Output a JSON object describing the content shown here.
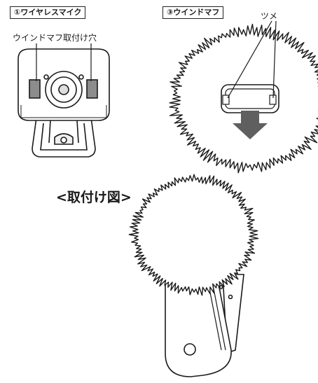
{
  "panels": {
    "mic": {
      "label": "①ワイヤレスマイク",
      "hole_label": "ウインドマフ取付け穴"
    },
    "muff": {
      "label": "③ウインドマフ",
      "claw_label": "ツメ"
    },
    "mount": {
      "title": "<取付け図>"
    }
  },
  "colors": {
    "line": "#1a1a1a",
    "fill": "#ffffff",
    "gray": "#8c8c8c",
    "arrow": "#5f5f5f"
  }
}
